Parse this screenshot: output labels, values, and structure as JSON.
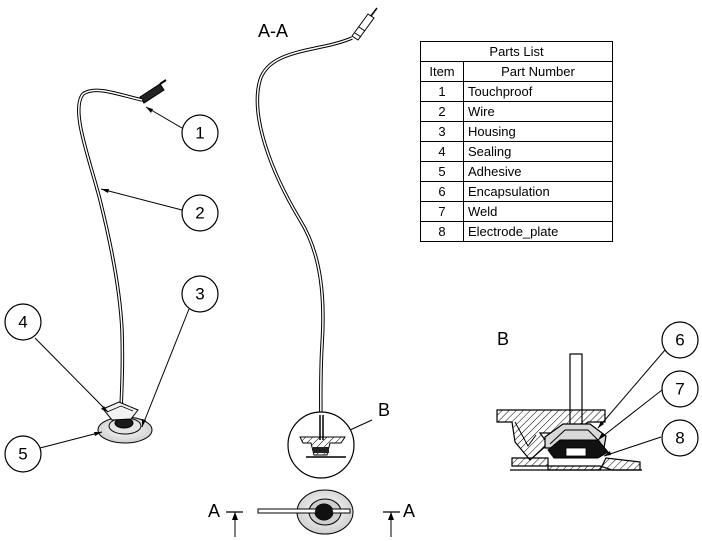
{
  "labels": {
    "section_view": "A-A",
    "detail_view": "B",
    "detail_callout": "B",
    "section_mark_left": "A",
    "section_mark_right": "A"
  },
  "balloons": {
    "b1": "1",
    "b2": "2",
    "b3": "3",
    "b4": "4",
    "b5": "5",
    "b6": "6",
    "b7": "7",
    "b8": "8"
  },
  "parts_list": {
    "title": "Parts List",
    "headers": {
      "item": "Item",
      "part": "Part Number"
    },
    "rows": [
      {
        "item": "1",
        "part": "Touchproof"
      },
      {
        "item": "2",
        "part": "Wire"
      },
      {
        "item": "3",
        "part": "Housing"
      },
      {
        "item": "4",
        "part": "Sealing"
      },
      {
        "item": "5",
        "part": "Adhesive"
      },
      {
        "item": "6",
        "part": "Encapsulation"
      },
      {
        "item": "7",
        "part": "Weld"
      },
      {
        "item": "8",
        "part": "Electrode_plate"
      }
    ]
  }
}
